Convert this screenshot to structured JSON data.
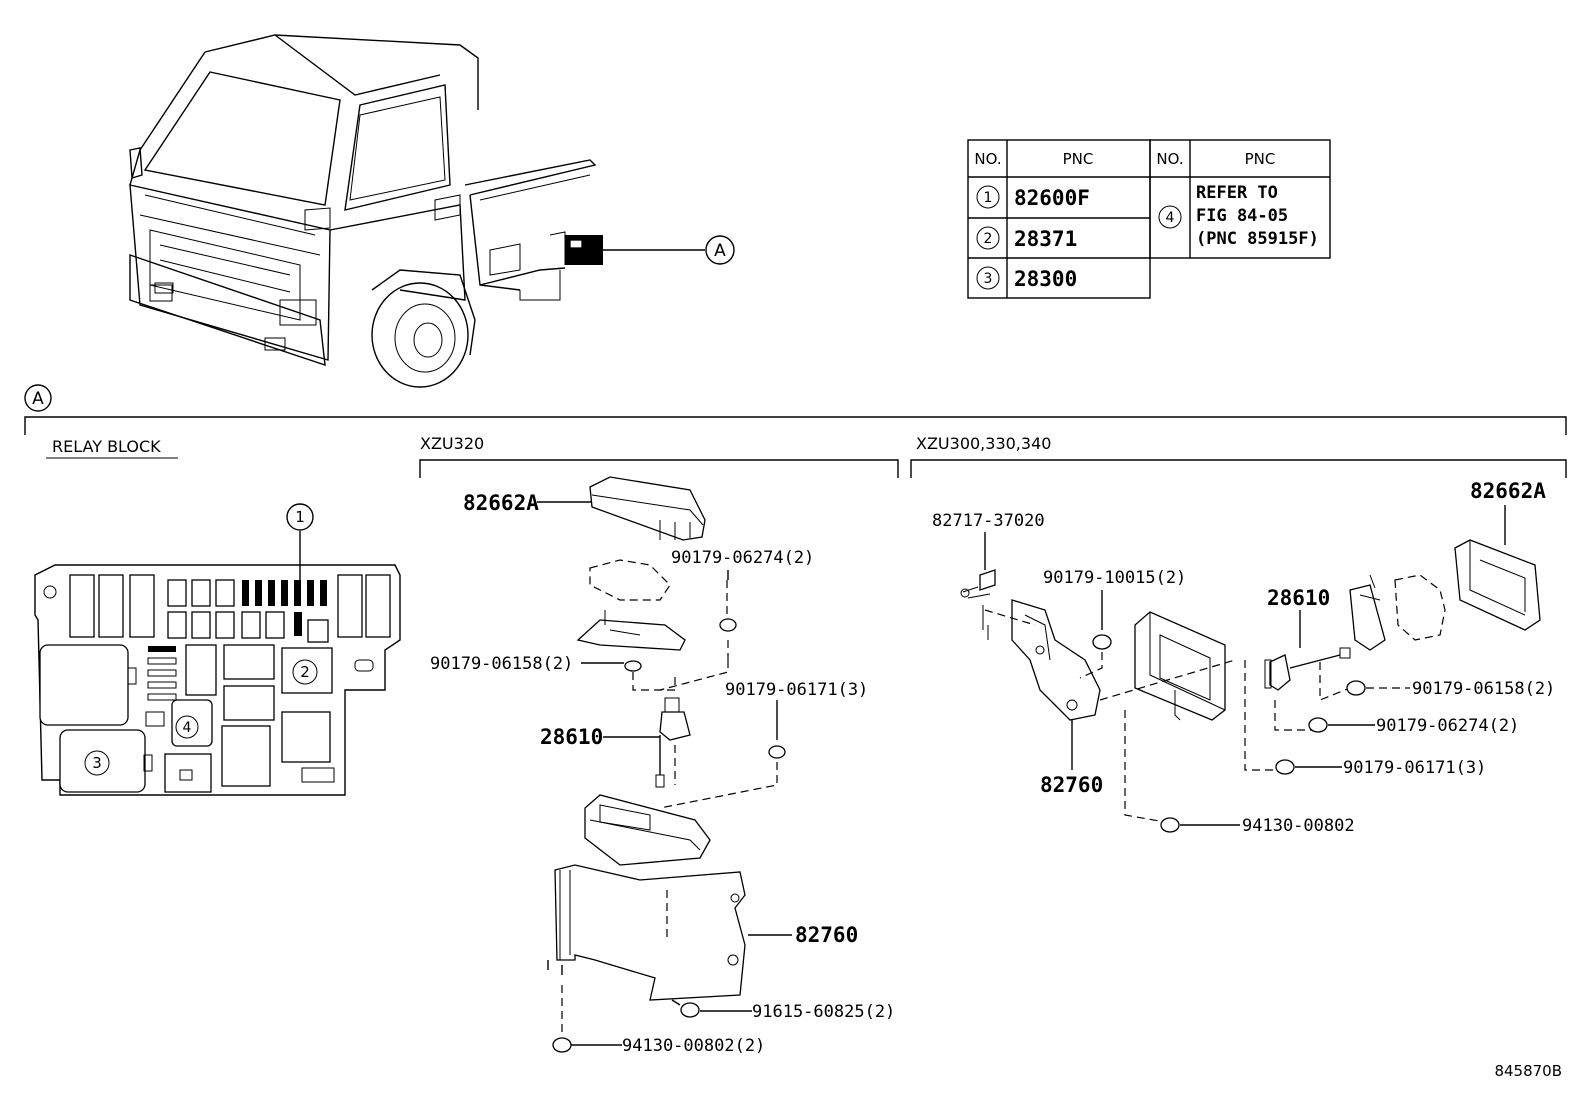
{
  "table": {
    "headers": [
      "NO.",
      "PNC",
      "NO.",
      "PNC"
    ],
    "rows": [
      {
        "no": "1",
        "pnc": "82600F"
      },
      {
        "no": "2",
        "pnc": "28371"
      },
      {
        "no": "3",
        "pnc": "28300"
      }
    ],
    "ref": {
      "no": "4",
      "lines": [
        "REFER TO",
        "FIG 84-05",
        "(PNC 85915F)"
      ]
    }
  },
  "view_marker": "A",
  "sections": {
    "relay_block": "RELAY BLOCK",
    "xzu320": "XZU320",
    "xzu300": "XZU300,330,340"
  },
  "callouts": {
    "c1": "1",
    "c2": "2",
    "c3": "3",
    "c4": "4"
  },
  "parts_left": {
    "p82662a": "82662A",
    "p90179_06274": "90179-06274(2)",
    "p90179_06158": "90179-06158(2)",
    "p90179_06171": "90179-06171(3)",
    "p28610": "28610",
    "p82760": "82760",
    "p91615": "91615-60825(2)",
    "p94130": "94130-00802(2)"
  },
  "parts_right": {
    "p82717": "82717-37020",
    "p90179_10015": "90179-10015(2)",
    "p82662a": "82662A",
    "p28610": "28610",
    "p90179_06158": "90179-06158(2)",
    "p90179_06274": "90179-06274(2)",
    "p90179_06171": "90179-06171(3)",
    "p82760": "82760",
    "p94130": "94130-00802"
  },
  "figure_id": "845870B"
}
